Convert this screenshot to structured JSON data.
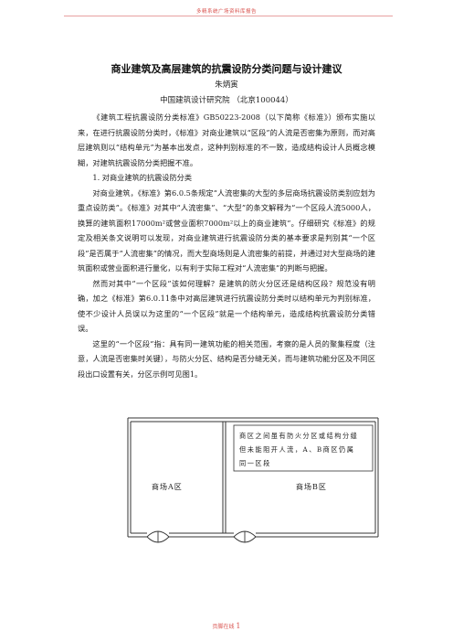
{
  "header": {
    "text": "多精系统广场资料库报告"
  },
  "title": "商业建筑及高层建筑的抗震设防分类问题与设计建议",
  "author": "朱炳寅",
  "affiliation": "中国建筑设计研究院 （北京100044）",
  "paragraphs": [
    "《建筑工程抗震设防分类标准》GB50223-2008（以下简称《标准》）颁布实施以来，在进行抗震设防分类时，《标准》对商业建筑以“区段”的人流是否密集为原则，而对高层建筑则以“结构单元”为基本出发点，这种判别标准的不一致，造成结构设计人员概念模糊，对建筑抗震设防分类把握不准。",
    "1. 对商业建筑的抗震设防分类",
    "对商业建筑，《标准》第6.0.5条规定“人流密集的大型的多层商场抗震设防类别应划为重点设防类”。《标准》对其中“人流密集”、“大型”的条文解释为“一个区段人流5000人，换算的建筑面积17000m²或营业面积7000m²以上的商业建筑”。仔细研究《标准》的规定及相关条文说明可以发现，对商业建筑进行抗震设防分类的基本要求是判别其“一个区段”是否属于“人流密集”的情况，而大型商场则是人流密集的前提，并通过对大型商场的建筑面积或营业面积进行量化，以有利于实际工程对“人流密集”的判断与把握。",
    "然而对其中“一个区段”该如何理解？是建筑的防火分区还是结构区段？规范没有明确，加之《标准》第6.0.11条中对高层建筑进行抗震设防分类时以结构单元为判别标准，使不少设计人员误以为这里的“一个区段”就是一个结构单元，造成结构抗震设防分类错误。",
    "这里的“一个区段”指：具有同一建筑功能的相关范围，考察的是人员的聚集程度（注意，人流是否密集时关键），与防火分区、结构是否分缝无关，而与建筑功能分区及不同区段出口设置有关，分区示例可见图1。"
  ],
  "figure": {
    "note_lines": [
      "商区之间虽有防火分区或结构分缝",
      "但未能阻开人流，A、B商区仍属",
      "同一区段"
    ],
    "zone_a_label": "商场A区",
    "zone_b_label": "商场B区"
  },
  "footer": {
    "label": "页脚在线",
    "page": "1"
  }
}
